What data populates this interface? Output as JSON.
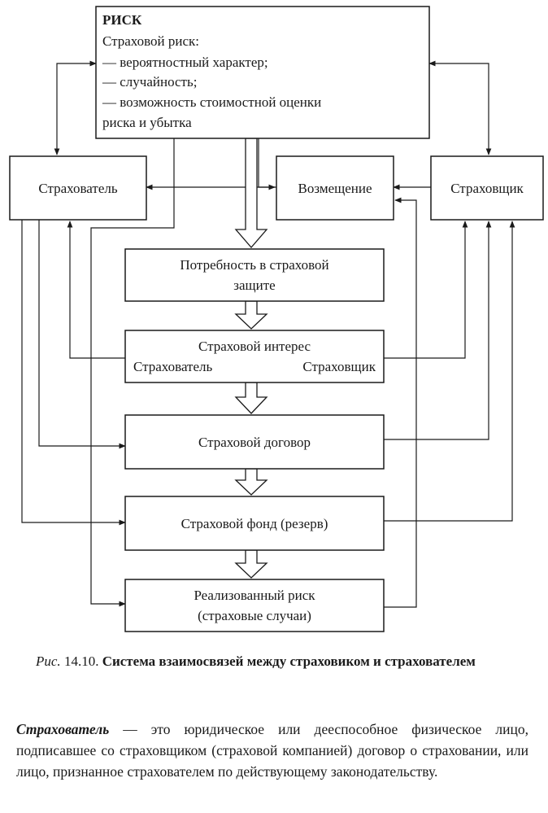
{
  "diagram": {
    "risk": {
      "title": "РИСК",
      "lines": [
        "Страховой риск:",
        "— вероятностный характер;",
        "— случайность;",
        "— возможность стоимостной оценки",
        "риска и убытка"
      ]
    },
    "insured": {
      "label": "Страхователь"
    },
    "compensation": {
      "label": "Возмещение"
    },
    "insurer": {
      "label": "Страховщик"
    },
    "need": {
      "lines": [
        "Потребность в страховой",
        "защите"
      ]
    },
    "interest": {
      "line1": "Страховой интерес",
      "left": "Страхователь",
      "right": "Страховщик"
    },
    "contract": {
      "label": "Страховой договор"
    },
    "fund": {
      "label": "Страховой фонд (резерв)"
    },
    "realized": {
      "lines": [
        "Реализованный риск",
        "(страховые случаи)"
      ]
    }
  },
  "caption": {
    "label": "Рис.",
    "number": "14.10.",
    "title": "Система взаимосвязей между страховиком и страхователем"
  },
  "paragraph": {
    "term": "Страхователь",
    "text": " — это юридическое или дееспособное физическое лицо, подписавшее со страховщиком (страховой компанией) договор о страховании, или лицо, признанное страхователем по действующему законодательству."
  }
}
